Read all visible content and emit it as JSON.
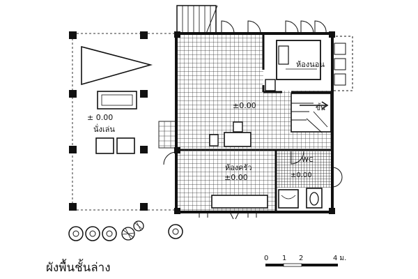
{
  "drawing": {
    "title": "ผังพื้นชั้นล่าง",
    "scale_bar": {
      "ticks": [
        "0",
        "1",
        "2",
        "4 ม."
      ]
    }
  },
  "rooms": {
    "bedroom": {
      "name": "ห้องนอน"
    },
    "living": {
      "level": "±0.00"
    },
    "stair": {
      "label": "ขึ้น"
    },
    "kitchen": {
      "name": "ห้องครัว",
      "level": "±0.00"
    },
    "wc": {
      "name": "WC",
      "level": "±0.00"
    },
    "terrace": {
      "level": "± 0.00",
      "name": "นั่งเล่น"
    }
  },
  "colors": {
    "ink": "#111111",
    "paper": "#ffffff"
  }
}
